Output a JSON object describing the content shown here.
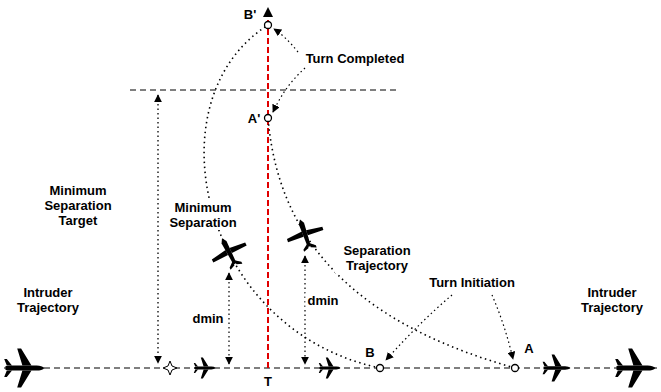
{
  "diagram": {
    "labels": [
      "B'",
      "Turn Completed",
      "A'",
      "Minimum Separation Target",
      "Minimum Separation",
      "Separation Trajectory",
      "Turn Initiation",
      "dmin",
      "dmin",
      "Intruder Trajectory",
      "Intruder Trajectory",
      "B",
      "A",
      "T"
    ]
  }
}
